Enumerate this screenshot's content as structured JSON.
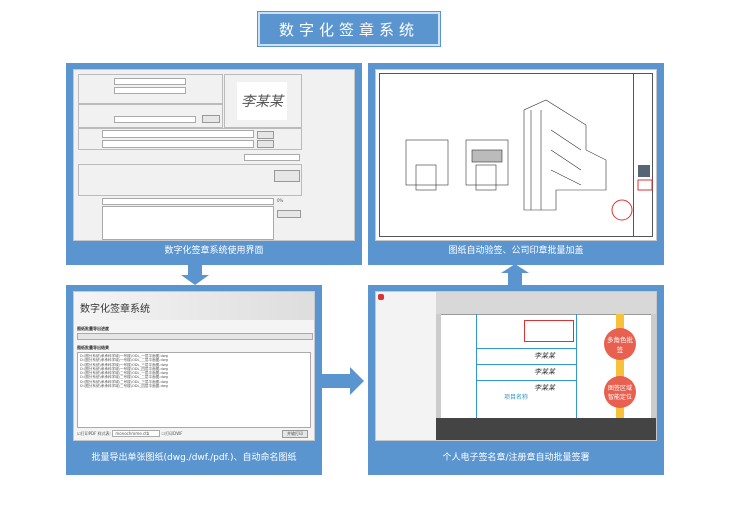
{
  "title": "数字化签章系统",
  "panels": {
    "ui": {
      "caption": "数字化签章系统使用界面",
      "signature": "李某某",
      "progress": "0%"
    },
    "stamp": {
      "caption": "图纸自动验签、公司印章批量加盖"
    },
    "export": {
      "caption": "批量导出单张图纸(dwg./dwf./pdf.)、自动命名图纸",
      "app_title": "数字化签章系统",
      "progress_label": "图纸批量导出进度",
      "result_label": "图纸批量导出结果",
      "files": [
        "D:\\图分系统\\承承科学城\\一号楼\\ODL_一层平面图.dwg",
        "D:\\图分系统\\承承科学城\\一号楼\\ODL_二层平面图.dwg",
        "D:\\图分系统\\承承科学城\\一号楼\\ODL_三层平面图.dwg",
        "D:\\图分系统\\承承科学城\\一号楼\\ODL_四层平面图.dwg",
        "D:\\图分系统\\承承科学城\\二号楼\\ODL_一层平面图.dwg",
        "D:\\图分系统\\承承科学城\\二号楼\\ODL_二层平面图.dwg",
        "D:\\图分系统\\承承科学城\\二号楼\\ODL_三层平面图.dwg",
        "D:\\图分系统\\承承科学城\\二号楼\\ODL_四层平面图.dwg"
      ],
      "print_pdf": "打印PDF",
      "style_label": "样式表:",
      "style_value": "monochrome.ctb",
      "print_dwf": "打印DWF",
      "batch_print": "并输打印"
    },
    "sign": {
      "caption": "个人电子签名章/注册章自动批量签署",
      "badge1": "多角色批签",
      "badge2": "图签区域智能定位",
      "sig": "李某某",
      "project": "项目名称"
    }
  }
}
